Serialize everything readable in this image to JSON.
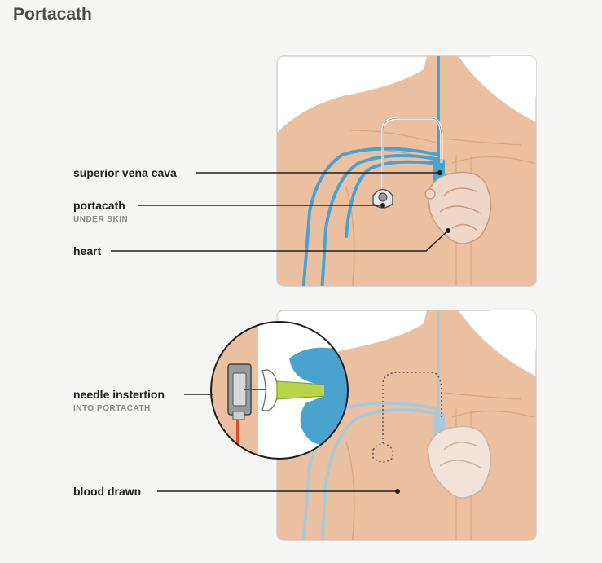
{
  "title": "Portacath",
  "labels": {
    "superior_vena_cava": "superior vena cava",
    "portacath": "portacath",
    "portacath_sub": "UNDER SKIN",
    "heart": "heart",
    "needle_insertion": "needle instertion",
    "needle_insertion_sub": "INTO PORTACATH",
    "blood_drawn": "blood drawn"
  },
  "colors": {
    "skin": "#ebc0a0",
    "skin_edge": "#d9a684",
    "vein": "#4aa3cf",
    "vein_faded": "#a9c9d8",
    "panel_bg": "#ffffff",
    "panel_border": "#d0d0d0",
    "needle_green": "#b7d44a",
    "blood_red": "#d4502a",
    "leader": "#1f1f1f"
  }
}
